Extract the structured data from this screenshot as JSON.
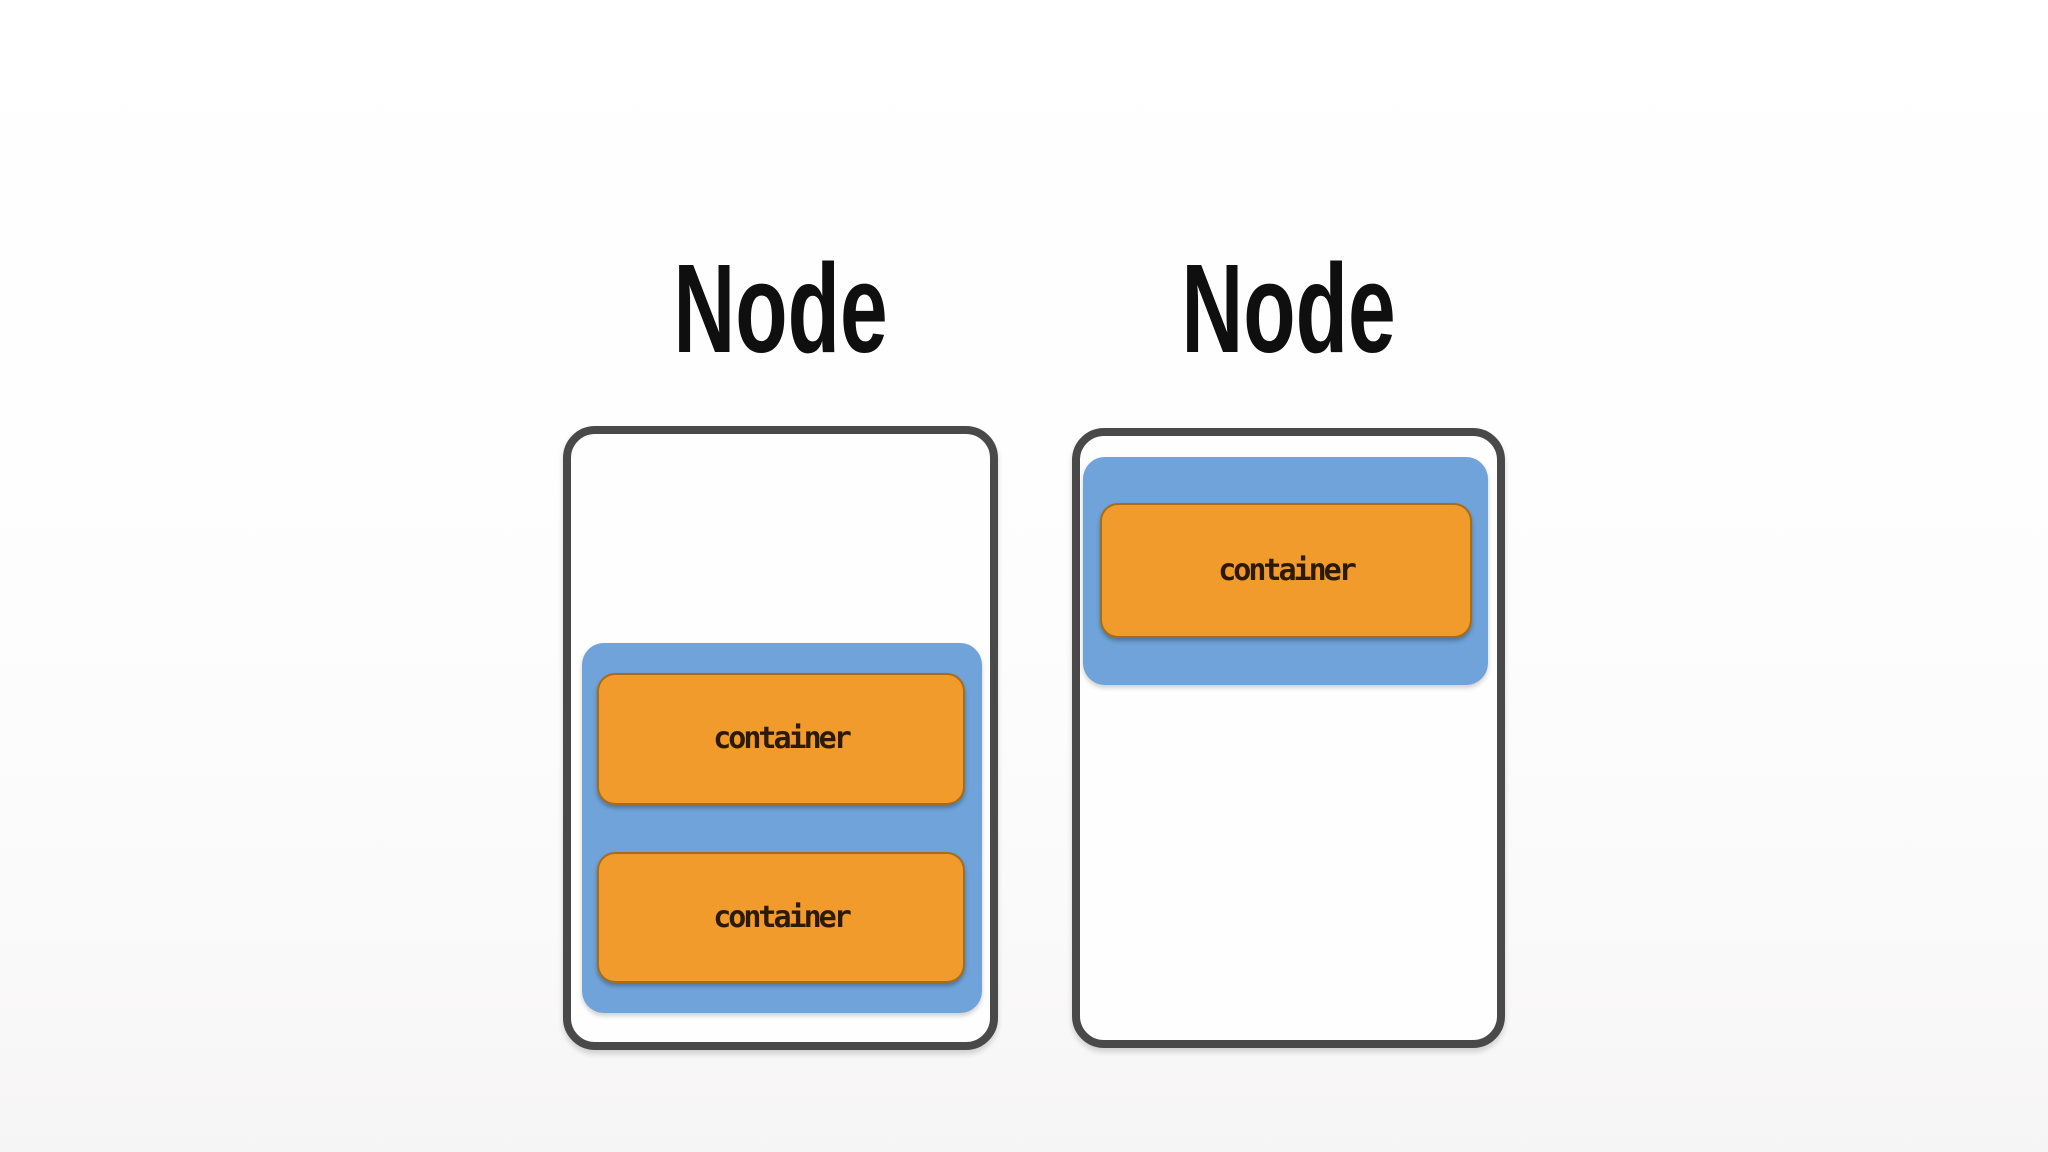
{
  "diagram_type": "kubernetes-nodes-pods-containers",
  "colors": {
    "node_border": "#494949",
    "node_fill": "#fefefe",
    "pod_fill": "#6fa3da",
    "container_fill": "#f09b2b",
    "container_text": "#2d1a05",
    "title_text": "#0f0f0f",
    "background": "#fdfdfd"
  },
  "nodes": [
    {
      "title": "Node",
      "pod": {
        "position": "bottom",
        "containers": [
          {
            "label": "container"
          },
          {
            "label": "container"
          }
        ]
      }
    },
    {
      "title": "Node",
      "pod": {
        "position": "top",
        "containers": [
          {
            "label": "container"
          }
        ]
      }
    }
  ]
}
